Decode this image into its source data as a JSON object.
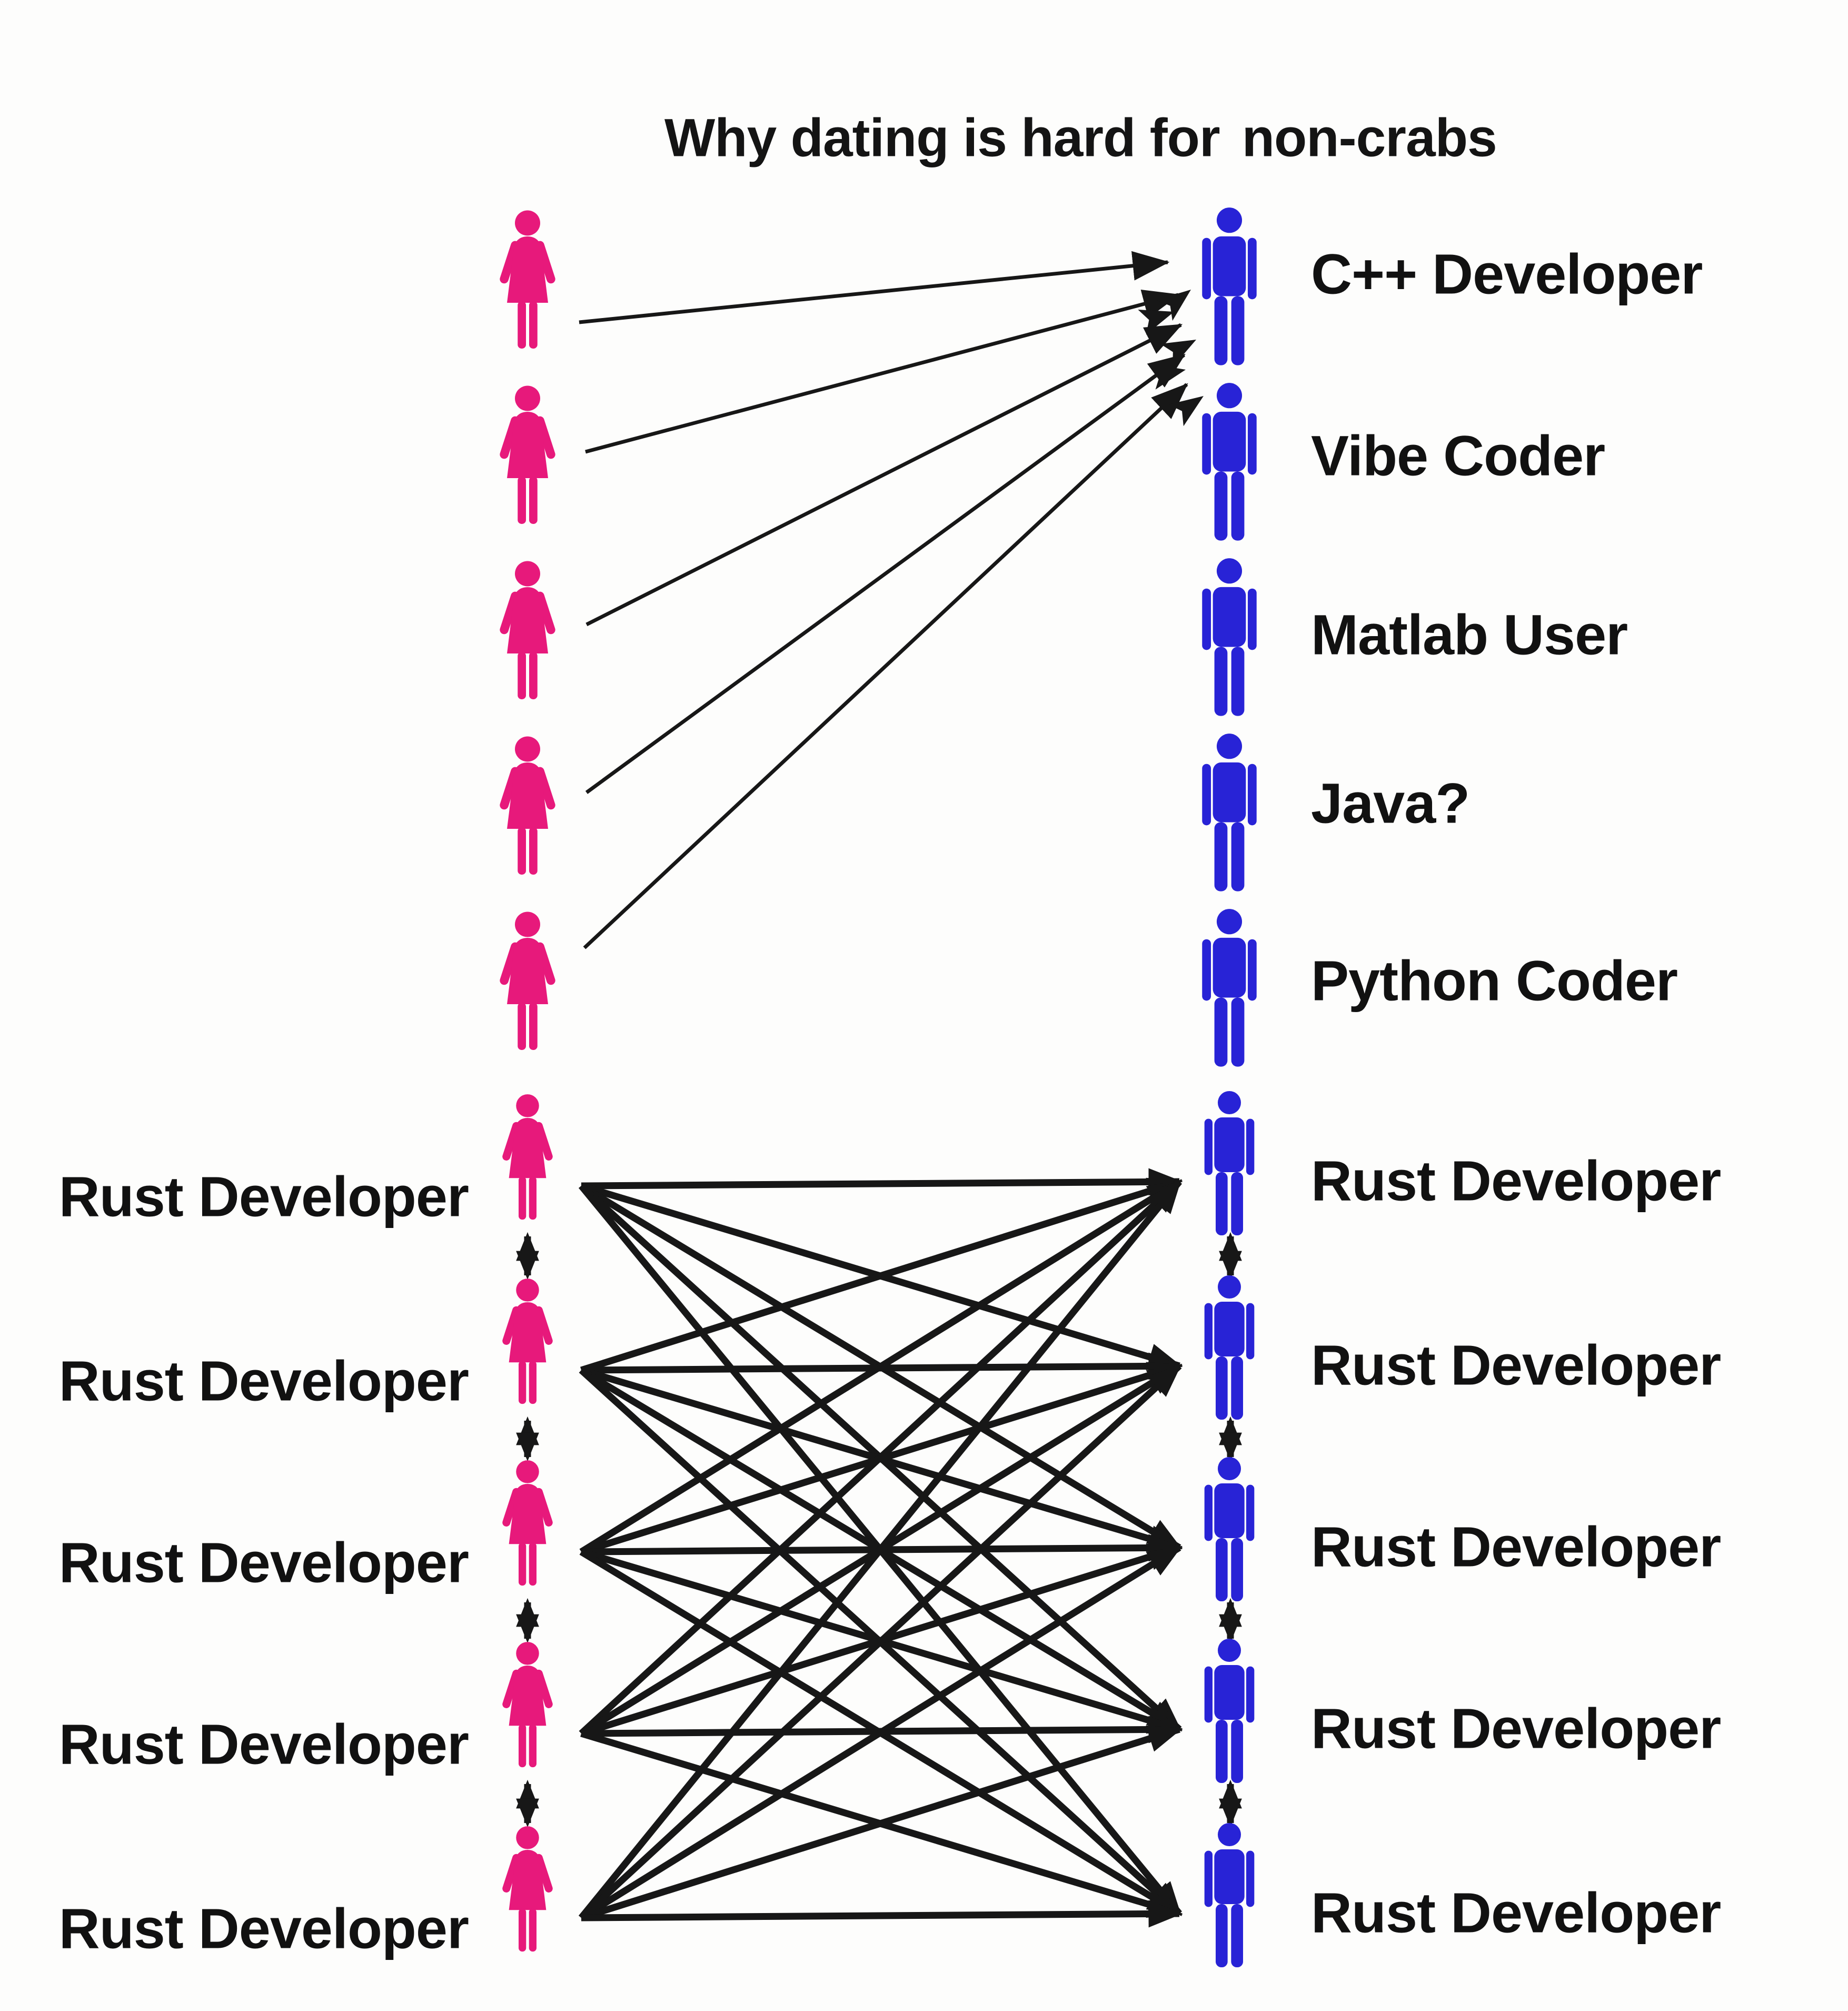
{
  "title": {
    "text": "Why dating is hard for non-crabs",
    "part1": "Why dating is hard for",
    "part2": "non-crabs"
  },
  "colors": {
    "female_pink": "#E7197B",
    "male_blue": "#2823D6",
    "arrow_black": "#171717",
    "background": "#FDFDFC",
    "text": "#111111"
  },
  "top_section": {
    "left_women_count": 5,
    "right_men": [
      "C++ Developer",
      "Vibe Coder",
      "Matlab User",
      "Java?",
      "Python Coder"
    ],
    "connections_note": "all five unlabeled women point arrows at the C++ Developer only"
  },
  "bottom_section": {
    "left_women": [
      "Rust Developer",
      "Rust Developer",
      "Rust Developer",
      "Rust Developer",
      "Rust Developer"
    ],
    "right_men": [
      "Rust Developer",
      "Rust Developer",
      "Rust Developer",
      "Rust Developer",
      "Rust Developer"
    ],
    "connections_note": "every Rust Developer woman points to every Rust Developer man (complete bipartite); adjacent figures on each side are joined by double-headed arrows"
  }
}
